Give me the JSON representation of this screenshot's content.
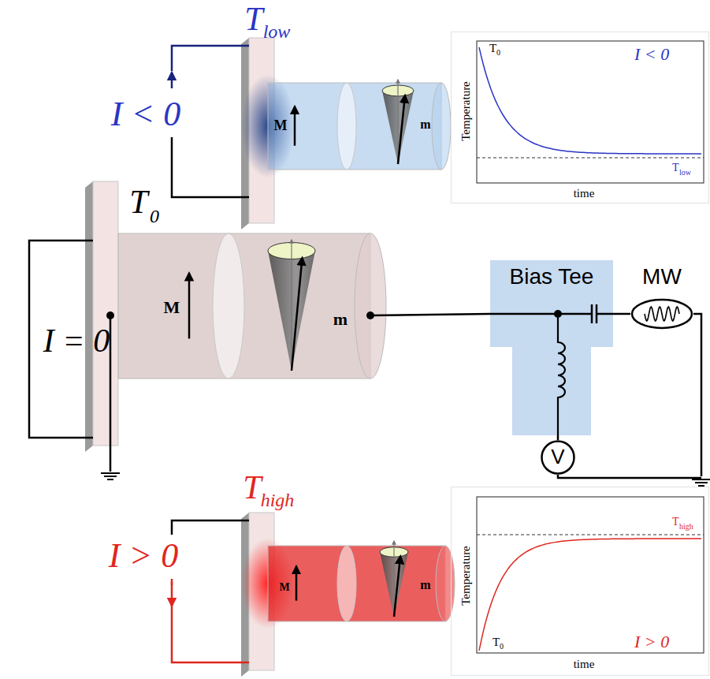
{
  "diagram": {
    "nodes": [
      {
        "text": [
          "Bias Tee"
        ]
      },
      {
        "text": [
          "MW"
        ]
      },
      {
        "text": [
          "V"
        ]
      },
      {
        "text": [
          "Temperature",
          "time",
          "T",
          "0",
          "I < 0",
          "T",
          "low"
        ]
      },
      {
        "text": [
          "Temperature",
          "time",
          "T",
          "0",
          "I > 0",
          "T",
          "high"
        ]
      }
    ],
    "edges": [
      {
        "from": 0,
        "to": 1,
        "arrow": "none"
      },
      {
        "from": 0,
        "to": 2,
        "arrow": "none"
      }
    ],
    "labels": [
      "T",
      "low",
      "I < 0",
      "M",
      "m",
      "T",
      "0",
      "I = 0",
      "M",
      "m",
      "T",
      "high",
      "I > 0",
      "M",
      "m"
    ]
  }
}
